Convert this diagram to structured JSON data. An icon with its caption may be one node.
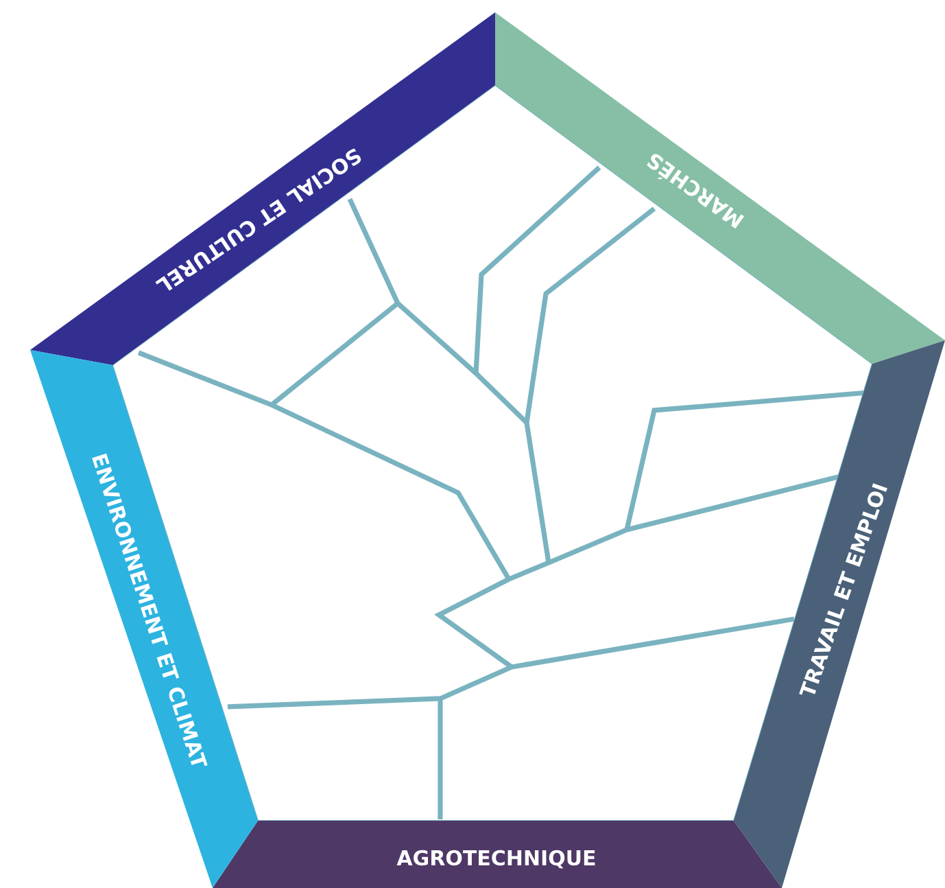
{
  "diagram": {
    "nodes": [
      {
        "text": [
          "SOCIAL ET CULTUREL"
        ]
      },
      {
        "text": [
          "MARCHÉS"
        ]
      },
      {
        "text": [
          "TRAVAIL ET EMPLOI"
        ]
      },
      {
        "text": [
          "AGROTECHNIQUE"
        ]
      },
      {
        "text": [
          "ENVIRONNEMENT ET CLIMAT"
        ]
      }
    ]
  }
}
